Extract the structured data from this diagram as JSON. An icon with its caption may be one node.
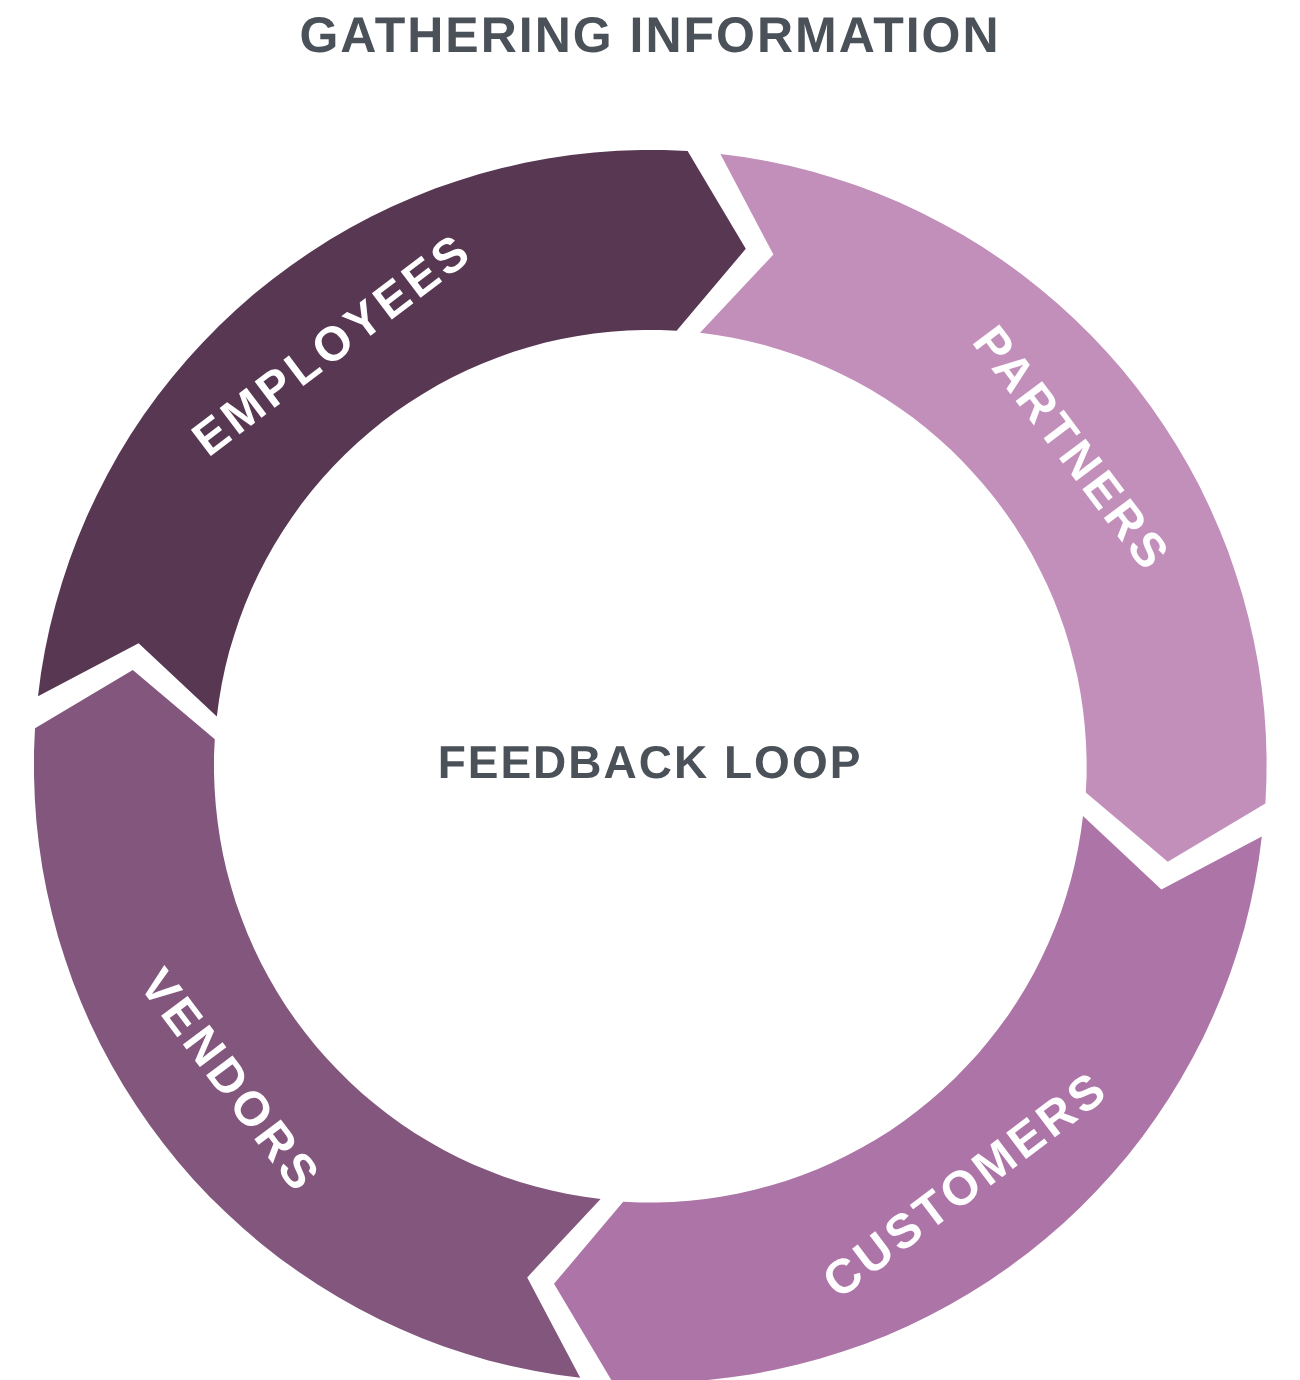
{
  "diagram": {
    "title": "GATHERING INFORMATION",
    "nodes": [
      {
        "text": [
          "EMPLOYEES"
        ]
      },
      {
        "text": [
          "PARTNERS"
        ]
      },
      {
        "text": [
          "CUSTOMERS"
        ]
      },
      {
        "text": [
          "VENDORS"
        ]
      }
    ],
    "labels": [
      "FEEDBACK LOOP"
    ]
  }
}
